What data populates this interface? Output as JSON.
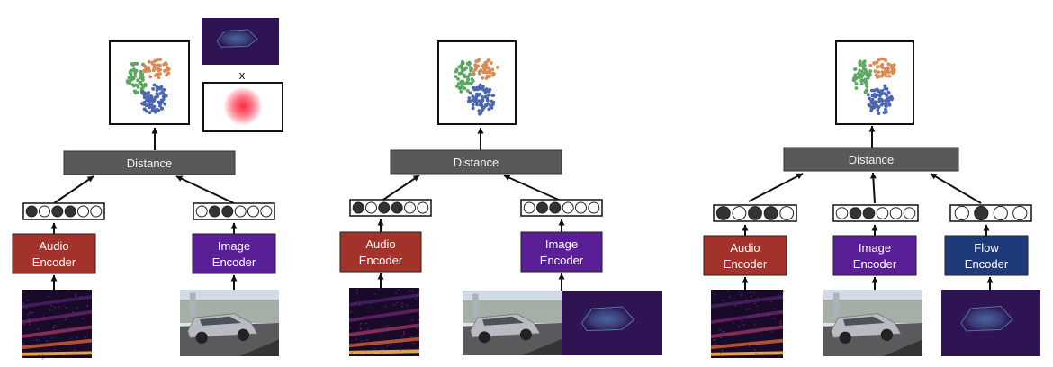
{
  "operator_label": "x",
  "panels": [
    {
      "distance_label": "Distance",
      "encoders": [
        {
          "line1": "Audio",
          "line2": "Encoder",
          "color": "#a3322a",
          "input": "spectrogram",
          "vector": [
            1,
            0,
            1,
            1,
            0,
            0
          ]
        },
        {
          "line1": "Image",
          "line2": "Encoder",
          "color": "#5a1f96",
          "input": "car-photo",
          "vector": [
            0,
            1,
            1,
            0,
            0,
            0
          ]
        }
      ]
    },
    {
      "distance_label": "Distance",
      "encoders": [
        {
          "line1": "Audio",
          "line2": "Encoder",
          "color": "#a3322a",
          "input": "spectrogram",
          "vector": [
            1,
            0,
            1,
            1,
            0,
            0
          ]
        },
        {
          "line1": "Image",
          "line2": "Encoder",
          "color": "#5a1f96",
          "input": "car-photo+flow",
          "vector": [
            0,
            1,
            1,
            0,
            0,
            0
          ]
        }
      ]
    },
    {
      "distance_label": "Distance",
      "encoders": [
        {
          "line1": "Audio",
          "line2": "Encoder",
          "color": "#a3322a",
          "input": "spectrogram",
          "vector": [
            1,
            0,
            1,
            1,
            0
          ]
        },
        {
          "line1": "Image",
          "line2": "Encoder",
          "color": "#5a1f96",
          "input": "car-photo",
          "vector": [
            0,
            1,
            1,
            0,
            0,
            0
          ]
        },
        {
          "line1": "Flow",
          "line2": "Encoder",
          "color": "#1f3a7a",
          "input": "flow-map",
          "vector": [
            0,
            1,
            0,
            0
          ]
        }
      ]
    }
  ],
  "colors": {
    "distance_box": "#595959",
    "cluster_green": "#5aa860",
    "cluster_orange": "#d98a55",
    "cluster_blue": "#4c66b0",
    "flow_bg": "#2e1452",
    "heatmap": "#ff3344"
  }
}
